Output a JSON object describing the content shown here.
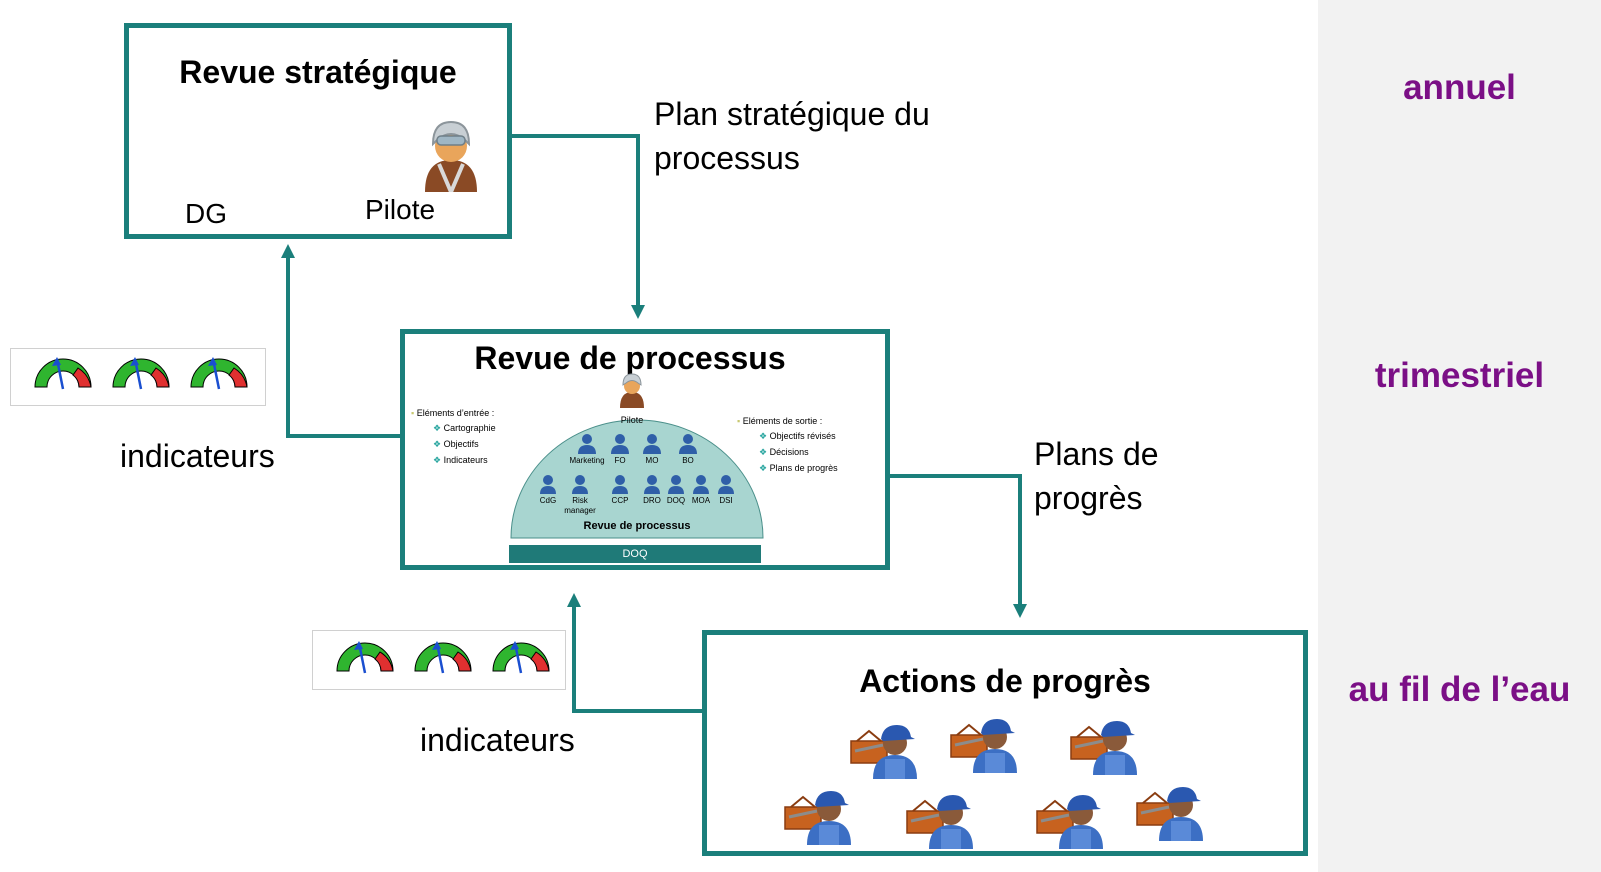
{
  "frequencies": {
    "annual": "annuel",
    "quarterly": "trimestriel",
    "continuous": "au fil de l’eau"
  },
  "strategic_review": {
    "title": "Revue stratégique",
    "dg_label": "DG",
    "pilot_label": "Pilote"
  },
  "strategic_plan_label": {
    "line1": "Plan stratégique du",
    "line2": "processus"
  },
  "process_review": {
    "title": "Revue de processus",
    "inputs": {
      "heading": "Eléments d’entrée :",
      "items": [
        "Cartographie",
        "Objectifs",
        "Indicateurs"
      ]
    },
    "outputs": {
      "heading": "Eléments de sortie :",
      "items": [
        "Objectifs révisés",
        "Décisions",
        "Plans de progrès"
      ]
    },
    "dome": {
      "pilot_label": "Pilote",
      "row1": [
        "Marketing",
        "FO",
        "MO",
        "BO"
      ],
      "row2": [
        "CdG",
        "Risk manager",
        "CCP",
        "DRO",
        "DOQ",
        "MOA",
        "DSI"
      ],
      "caption": "Revue de processus"
    },
    "footer_bar": "DOQ"
  },
  "progress_plans_label": {
    "line1": "Plans de",
    "line2": "progrès"
  },
  "indicators_top": {
    "label": "indicateurs"
  },
  "indicators_bottom": {
    "label": "indicateurs"
  },
  "progress_actions": {
    "title": "Actions de progrès"
  },
  "colors": {
    "teal": "#1b7f7b",
    "purple": "#7b0f86",
    "dome": "#a8d5d0",
    "bar": "#1f7a78"
  },
  "icons": [
    "pilot-icon",
    "gauge-icon",
    "person-icon",
    "worker-icon"
  ]
}
